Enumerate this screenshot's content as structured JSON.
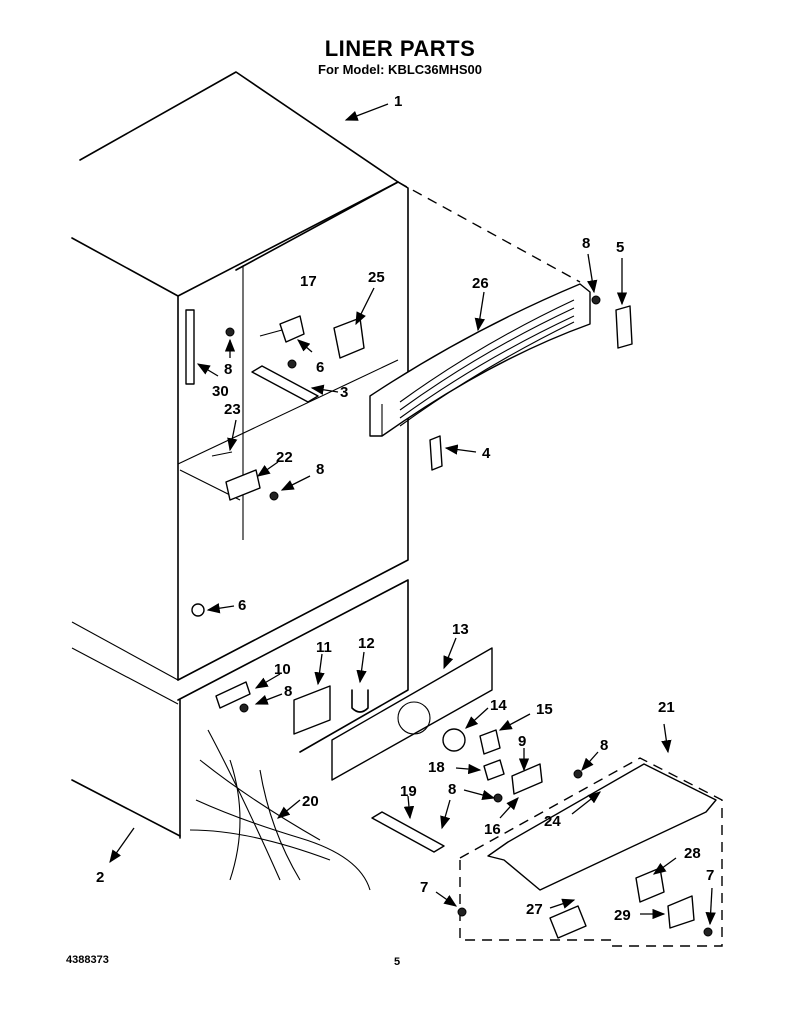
{
  "header": {
    "title": "LINER PARTS",
    "subtitle": "For Model: KBLC36MHS00"
  },
  "footer": {
    "doc_number": "4388373",
    "page_number": "5"
  },
  "callouts": {
    "c1": "1",
    "c2": "2",
    "c3": "3",
    "c4": "4",
    "c5": "5",
    "c6": "6",
    "c6b": "6",
    "c7a": "7",
    "c7b": "7",
    "c8a": "8",
    "c8b": "8",
    "c8c": "8",
    "c8d": "8",
    "c8e": "8",
    "c8f": "8",
    "c9": "9",
    "c10": "10",
    "c11": "11",
    "c12": "12",
    "c13": "13",
    "c14": "14",
    "c15": "15",
    "c16": "16",
    "c17": "17",
    "c18": "18",
    "c19": "19",
    "c20": "20",
    "c21": "21",
    "c22": "22",
    "c23": "23",
    "c24": "24",
    "c25": "25",
    "c26": "26",
    "c27": "27",
    "c28": "28",
    "c29": "29",
    "c30": "30"
  }
}
